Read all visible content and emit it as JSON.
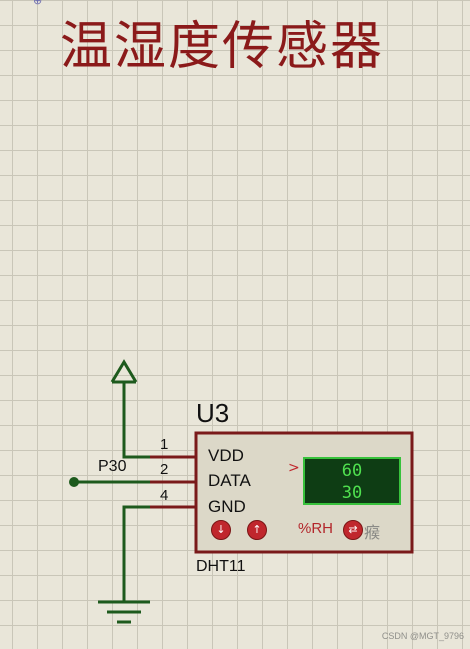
{
  "title": "温湿度传感器",
  "component": {
    "reference": "U3",
    "part": "DHT11",
    "pins": [
      {
        "number": "1",
        "name": "VDD"
      },
      {
        "number": "2",
        "name": "DATA"
      },
      {
        "number": "4",
        "name": "GND"
      }
    ]
  },
  "net_label": "P30",
  "display": {
    "indicator": ">",
    "humidity": "60",
    "temperature": "30",
    "unit": "%RH",
    "extra_glyph": "瘊"
  },
  "buttons": {
    "down": "↓",
    "up": "↑",
    "toggle": "⇄"
  },
  "watermark": "CSDN @MGT_9796",
  "colors": {
    "background": "#e9e6d9",
    "grid": "#c9c6b8",
    "wire": "#1d5a1d",
    "title": "#8b1a1a",
    "component_border": "#7a1a1a",
    "component_fill": "#dcd8c8",
    "display_bg": "#0e3d14",
    "display_text": "#4fe04f"
  }
}
